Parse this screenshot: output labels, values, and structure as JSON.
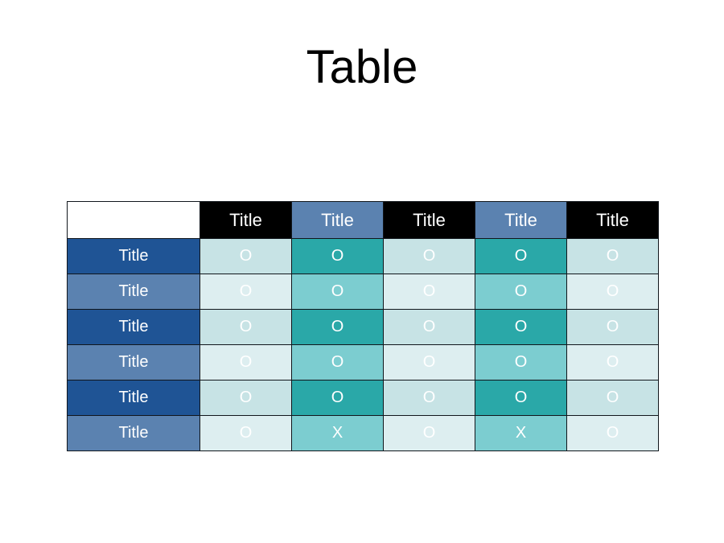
{
  "slide": {
    "title": "Table"
  },
  "table": {
    "corner_label": "",
    "column_headers": [
      {
        "label": "Title",
        "style": "black"
      },
      {
        "label": "Title",
        "style": "blue"
      },
      {
        "label": "Title",
        "style": "black"
      },
      {
        "label": "Title",
        "style": "blue"
      },
      {
        "label": "Title",
        "style": "black"
      }
    ],
    "rows": [
      {
        "header": "Title",
        "header_style": "dark",
        "cells": [
          {
            "value": "O",
            "style": "pale-dark"
          },
          {
            "value": "O",
            "style": "teal-dark"
          },
          {
            "value": "O",
            "style": "pale-dark"
          },
          {
            "value": "O",
            "style": "teal-dark"
          },
          {
            "value": "O",
            "style": "pale-dark"
          }
        ]
      },
      {
        "header": "Title",
        "header_style": "light",
        "cells": [
          {
            "value": "O",
            "style": "pale-light"
          },
          {
            "value": "O",
            "style": "teal-light"
          },
          {
            "value": "O",
            "style": "pale-light"
          },
          {
            "value": "O",
            "style": "teal-light"
          },
          {
            "value": "O",
            "style": "pale-light"
          }
        ]
      },
      {
        "header": "Title",
        "header_style": "dark",
        "cells": [
          {
            "value": "O",
            "style": "pale-dark"
          },
          {
            "value": "O",
            "style": "teal-dark"
          },
          {
            "value": "O",
            "style": "pale-dark"
          },
          {
            "value": "O",
            "style": "teal-dark"
          },
          {
            "value": "O",
            "style": "pale-dark"
          }
        ]
      },
      {
        "header": "Title",
        "header_style": "light",
        "cells": [
          {
            "value": "O",
            "style": "pale-light"
          },
          {
            "value": "O",
            "style": "teal-light"
          },
          {
            "value": "O",
            "style": "pale-light"
          },
          {
            "value": "O",
            "style": "teal-light"
          },
          {
            "value": "O",
            "style": "pale-light"
          }
        ]
      },
      {
        "header": "Title",
        "header_style": "dark",
        "cells": [
          {
            "value": "O",
            "style": "pale-dark"
          },
          {
            "value": "O",
            "style": "teal-dark"
          },
          {
            "value": "O",
            "style": "pale-dark"
          },
          {
            "value": "O",
            "style": "teal-dark"
          },
          {
            "value": "O",
            "style": "pale-dark"
          }
        ]
      },
      {
        "header": "Title",
        "header_style": "light",
        "cells": [
          {
            "value": "O",
            "style": "pale-light"
          },
          {
            "value": "X",
            "style": "teal-light"
          },
          {
            "value": "O",
            "style": "pale-light"
          },
          {
            "value": "X",
            "style": "teal-light"
          },
          {
            "value": "O",
            "style": "pale-light"
          }
        ]
      }
    ]
  },
  "colors": {
    "header_black": "#000000",
    "header_blue": "#5b82b0",
    "stub_dark": "#1f5495",
    "stub_light": "#5b82b0",
    "pale_dark": "#c7e3e5",
    "pale_light": "#ddeef0",
    "teal_dark": "#2aa8a8",
    "teal_light": "#7ccdd0",
    "text": "#ffffff",
    "border": "#11161c",
    "background": "#ffffff",
    "title_text": "#000000"
  }
}
